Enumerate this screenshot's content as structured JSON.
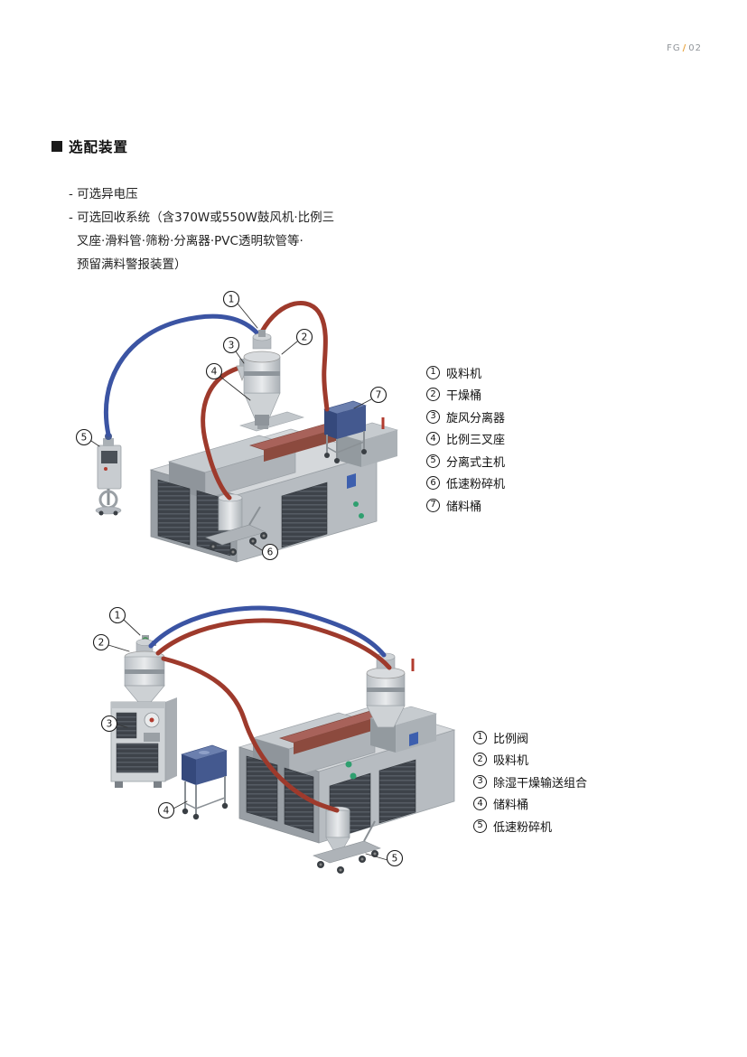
{
  "header": {
    "code": "FG",
    "sep": "/",
    "page_num": "02"
  },
  "section": {
    "title": "选配装置"
  },
  "notes": {
    "line1": "- 可选异电压",
    "line2": "- 可选回收系统（含370W或550W鼓风机·比例三",
    "line3": "叉座·滑料管·筛粉·分离器·PVC透明软管等·",
    "line4": "预留满料警报装置）"
  },
  "diagram1": {
    "callouts": [
      "1",
      "2",
      "3",
      "4",
      "5",
      "6",
      "7"
    ],
    "legend": [
      {
        "num": "1",
        "label": "吸料机"
      },
      {
        "num": "2",
        "label": "干燥桶"
      },
      {
        "num": "3",
        "label": "旋风分离器"
      },
      {
        "num": "4",
        "label": "比例三叉座"
      },
      {
        "num": "5",
        "label": "分离式主机"
      },
      {
        "num": "6",
        "label": "低速粉碎机"
      },
      {
        "num": "7",
        "label": "储料桶"
      }
    ]
  },
  "diagram2": {
    "callouts": [
      "1",
      "2",
      "3",
      "4",
      "5"
    ],
    "legend": [
      {
        "num": "1",
        "label": "比例阀"
      },
      {
        "num": "2",
        "label": "吸料机"
      },
      {
        "num": "3",
        "label": "除湿干燥输送组合"
      },
      {
        "num": "4",
        "label": "储料桶"
      },
      {
        "num": "5",
        "label": "低速粉碎机"
      }
    ]
  },
  "colors": {
    "pipe_red": "#9e3a2c",
    "pipe_blue": "#3b54a3",
    "accent_orange": "#e8a33d"
  }
}
